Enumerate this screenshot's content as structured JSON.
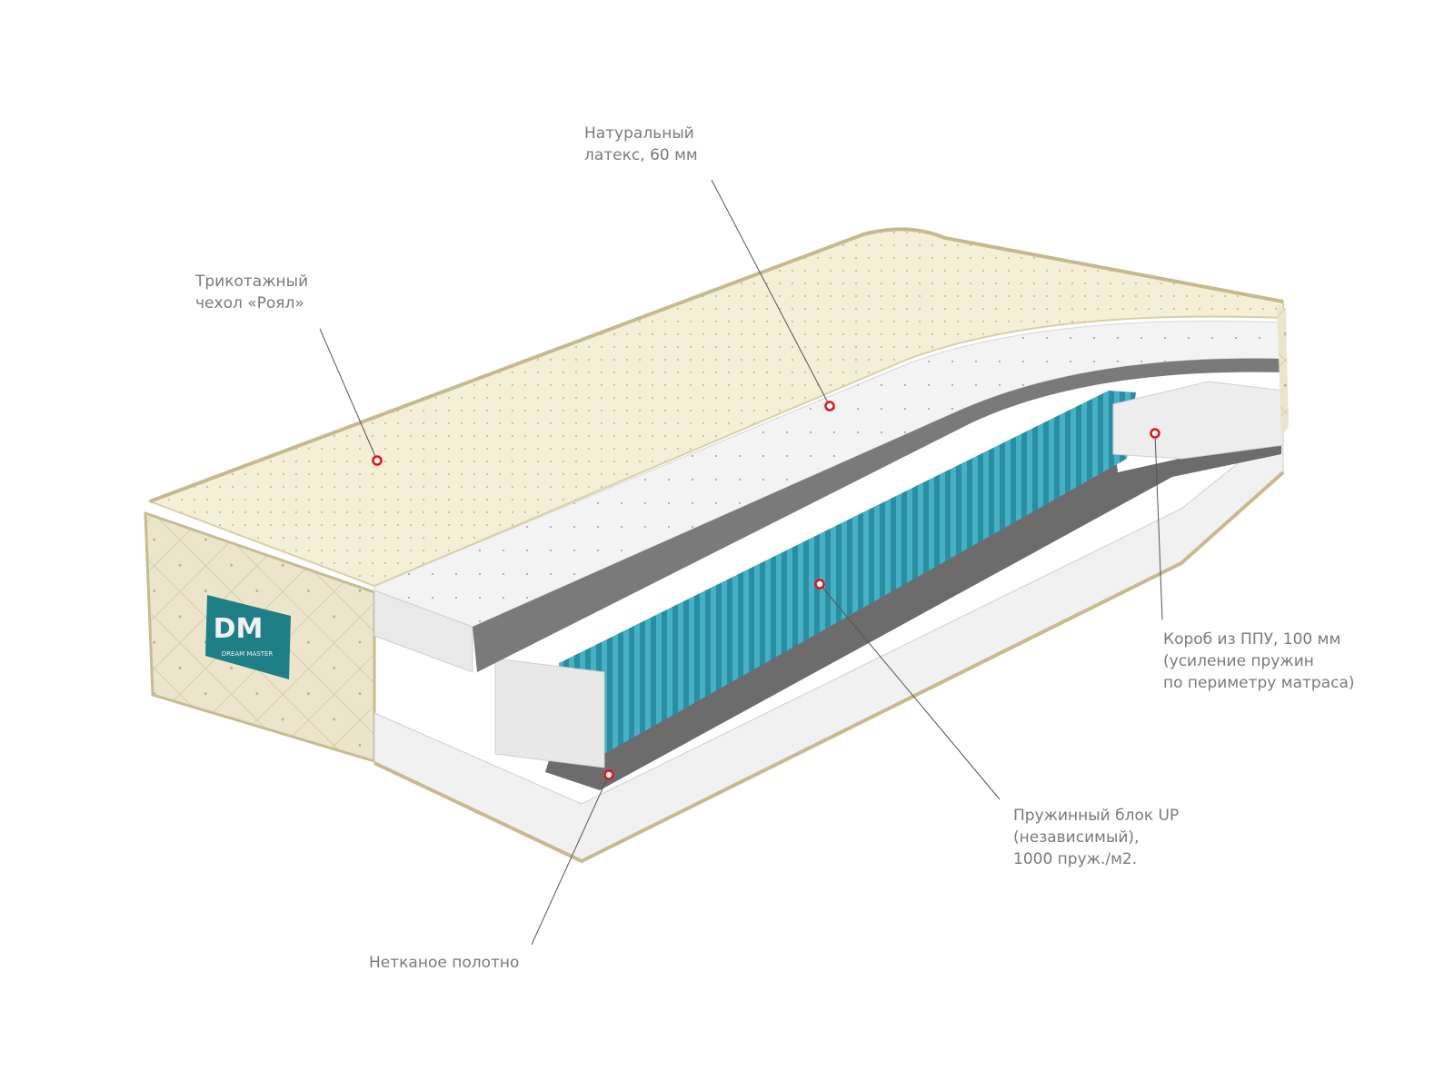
{
  "brand": {
    "logo_text": "DM",
    "logo_subtext": "DREAM MASTER",
    "badge_color": "#1f7f87"
  },
  "callouts": [
    {
      "id": "cover",
      "lines": [
        "Трикотажный",
        "чехол «Роял»"
      ]
    },
    {
      "id": "latex",
      "lines": [
        "Натуральный",
        "латекс, 60 мм"
      ]
    },
    {
      "id": "foam-box",
      "lines": [
        "Короб из ППУ, 100 мм",
        "(усиление пружин",
        "по периметру матраса)"
      ]
    },
    {
      "id": "spring-block",
      "lines": [
        "Пружинный блок UP",
        "(независимый),",
        "1000 пруж./м2."
      ]
    },
    {
      "id": "nonwoven",
      "lines": [
        "Нетканое полотно"
      ]
    }
  ],
  "colors": {
    "marker": "#e0141e",
    "leader_line": "#555555",
    "label_text": "#7a7a7a",
    "cover": "#f4efd6",
    "springs": "#2f9bb0"
  }
}
